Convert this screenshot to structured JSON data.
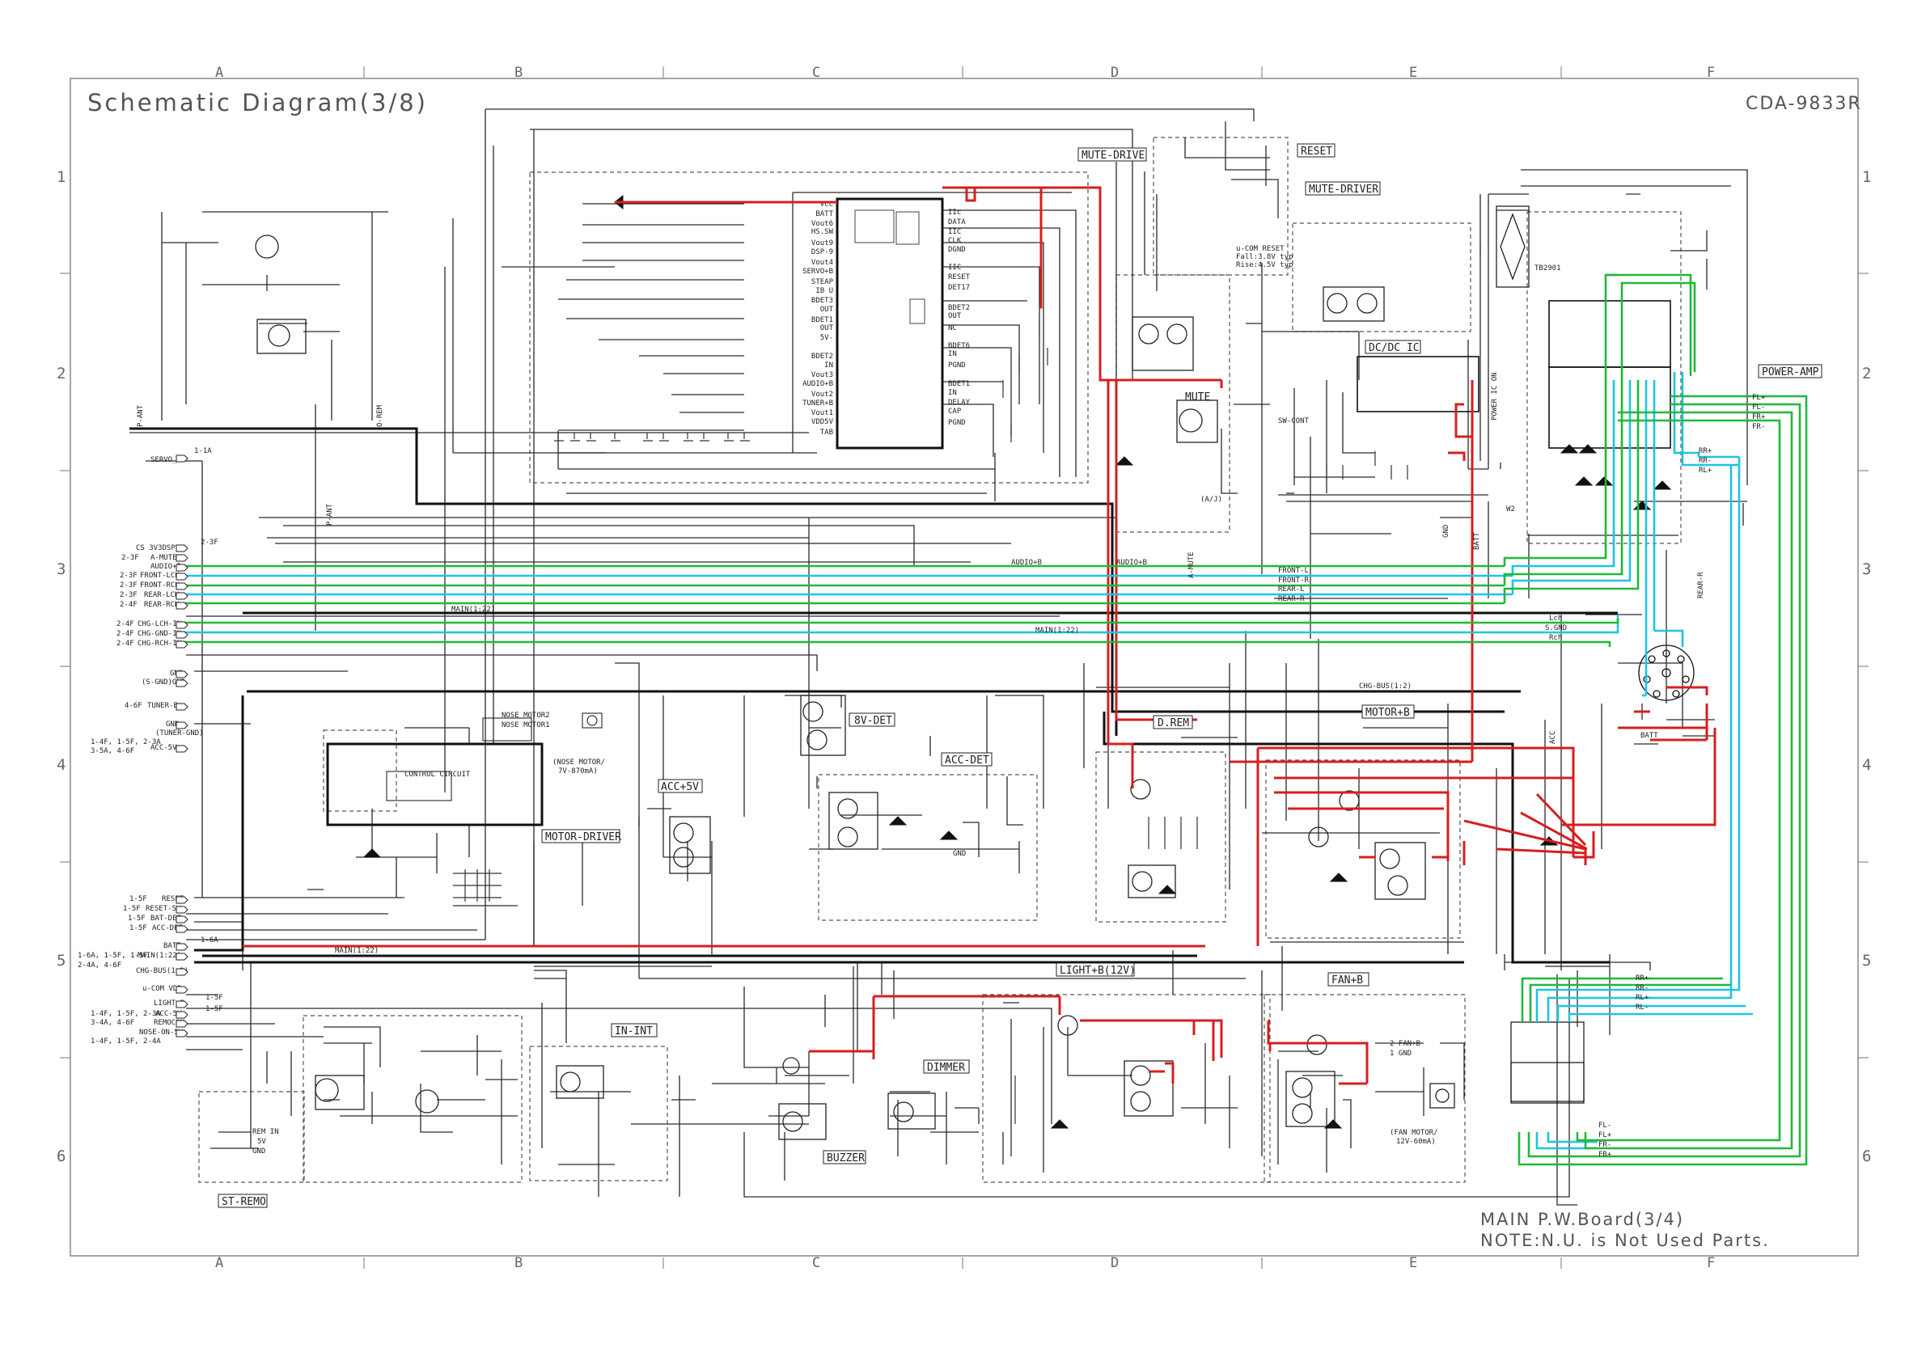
{
  "header": {
    "title": "Schematic Diagram(3/8)",
    "model": "CDA-9833R"
  },
  "footer": {
    "board": "MAIN P.W.Board(3/4)",
    "note": "NOTE:N.U. is Not Used Parts."
  },
  "grid": {
    "columns": [
      "A",
      "B",
      "C",
      "D",
      "E",
      "F"
    ],
    "rows": [
      "1",
      "2",
      "3",
      "4",
      "5",
      "6"
    ]
  },
  "blocks": {
    "mute_drive": "MUTE-DRIVE",
    "reset": "RESET",
    "mute_driver": "MUTE-DRIVER",
    "dcdc_ic": "DC/DC IC",
    "power_amp": "POWER-AMP",
    "mute": "MUTE",
    "motor_driver": "MOTOR-DRIVER",
    "bv_det": "8V-DET",
    "acc_det": "ACC-DET",
    "acc_5v": "ACC+5V",
    "d_rem": "D.REM",
    "motor_b": "MOTOR+B",
    "light_b": "LIGHT+B(12V)",
    "fan_b": "FAN+B",
    "in_int": "IN-INT",
    "dimmer": "DIMMER",
    "buzzer": "BUZZER",
    "st_remo": "ST-REMO"
  },
  "ic_pins_left": [
    "Vcc",
    "BATT",
    "Vout6",
    "HS.SW",
    "Vout9",
    "DSP-9",
    "Vout4",
    "SERVO+B",
    "STEAP",
    "IB U",
    "BDET3",
    "OUT",
    "BDET1",
    "OUT",
    "5V-",
    "BDET2",
    "IN",
    "Vout3",
    "AUDIO+B",
    "Vout2",
    "TUNER+B",
    "Vout1",
    "VDD5V",
    "TAB"
  ],
  "ic_pins_right": [
    "IIc",
    "DATA",
    "IIC",
    "CLK",
    "DGND",
    "IIC",
    "RESET",
    "DET17",
    "BDET2",
    "OUT",
    "NC",
    "BDET6",
    "IN",
    "PGND",
    "BDET1",
    "IN",
    "DELAY",
    "CAP",
    "PGND"
  ],
  "connectors_left": [
    {
      "ref": "1-1A",
      "label": "SERVO_B"
    },
    {
      "ref": "2-3F",
      "label": "CS 3V3DSP-B"
    },
    {
      "ref": "2-3F",
      "label": "A-MUTE"
    },
    {
      "ref": "",
      "label": "AUDIO+B"
    },
    {
      "ref": "2-3F",
      "label": "FRONT-LCH"
    },
    {
      "ref": "2-3F",
      "label": "FRONT-RCH"
    },
    {
      "ref": "2-3F",
      "label": "REAR-LCH"
    },
    {
      "ref": "2-4F",
      "label": "REAR-RCH"
    },
    {
      "ref": "2-4F",
      "label": "CHG-LCH-IN"
    },
    {
      "ref": "2-4F",
      "label": "CHG-GND-IN"
    },
    {
      "ref": "2-4F",
      "label": "CHG-RCH-IN"
    },
    {
      "ref": "",
      "label": "GND"
    },
    {
      "ref": "",
      "label": "(S-GND)GND"
    },
    {
      "ref": "4-6F",
      "label": "TUNER-B"
    },
    {
      "ref": "",
      "label": "GND"
    },
    {
      "ref": "",
      "label": "(TUNER-GND)"
    },
    {
      "ref": "1-4F, 1-5F, 2-3A",
      "label": ""
    },
    {
      "ref": "3-5A, 4-6F",
      "label": "ACC-5V"
    },
    {
      "ref": "1-5F",
      "label": "RESET"
    },
    {
      "ref": "1-5F",
      "label": "RESET-SW"
    },
    {
      "ref": "1-5F",
      "label": "BAT-DET"
    },
    {
      "ref": "1-5F",
      "label": "ACC-DET"
    },
    {
      "ref": "1-6A",
      "label": "BATT"
    },
    {
      "ref": "1-6A, 1-5F, 1-5F",
      "label": "MAIN(1:22)"
    },
    {
      "ref": "2-4A, 4-6F",
      "label": "CHG-BUS(1:2)"
    },
    {
      "ref": "1-5F",
      "label": "u-COM VDD"
    },
    {
      "ref": "1-5F",
      "label": "LIGHT_B"
    },
    {
      "ref": "1-4F, 1-5F, 2-3A",
      "label": "ACC-5V"
    },
    {
      "ref": "3-4A, 4-6F",
      "label": "REMOCON"
    },
    {
      "ref": "1-4F, 1-5F, 2-4A",
      "label": "NOSE-ON-5V"
    }
  ],
  "signals": {
    "front_l": "FRONT-L",
    "front_r": "FRONT-R",
    "rear_l": "REAR-L",
    "rear_r": "REAR-R",
    "lch": "Lch",
    "s_gnd": "S.GND",
    "rch": "Rch",
    "main_bus": "MAIN(1:22)",
    "chg_bus": "CHG-BUS(1:2)",
    "audio_b": "AUDIO+B",
    "audio_b2": "AUDIO+B",
    "a_mute": "A-MUTE",
    "batt": "BATT",
    "sw_cont": "SW-CONT",
    "power_ic_on": "POWER IC ON",
    "ic_part": "TB2901",
    "reset_note_1": "u-COM RESET",
    "reset_note_2": "Fall:3.8V typ",
    "reset_note_3": "Rise:4.5V typ",
    "nose_motor_1": "NOSE MOTOR2",
    "nose_motor_2": "NOSE MOTOR1",
    "nose_motor_note_1": "(NOSE MOTOR/",
    "nose_motor_note_2": "7V-870mA)",
    "fan_motor_note_1": "(FAN MOTOR/",
    "fan_motor_note_2": "12V-60mA)",
    "fan_conn": "2 FAN+B",
    "fan_gnd": "1 GND",
    "rem_in": "REM IN",
    "rem_5v": "5V",
    "rem_gnd": "GND",
    "w2": "W2",
    "p_ant": "P-ANT",
    "o_rem": "O-REM",
    "rr_plus": "RR+",
    "rr_minus": "RR-",
    "rl_plus": "RL+",
    "rl_minus": "RL-",
    "fl_plus": "FL+",
    "fl_minus": "FL-",
    "fr_plus": "FR+",
    "fr_minus": "FR-",
    "acc": "ACC",
    "gnd": "GND",
    "a_j": "(A/J)",
    "control_circuit": "CONTROL CIRCUIT"
  },
  "colors": {
    "wire": "#2a2a2a",
    "dashed_block": "#555555",
    "power_red": "#d61f1f",
    "audio_cyan": "#1fc4e0",
    "audio_green": "#21b83a",
    "frame": "#888888"
  }
}
